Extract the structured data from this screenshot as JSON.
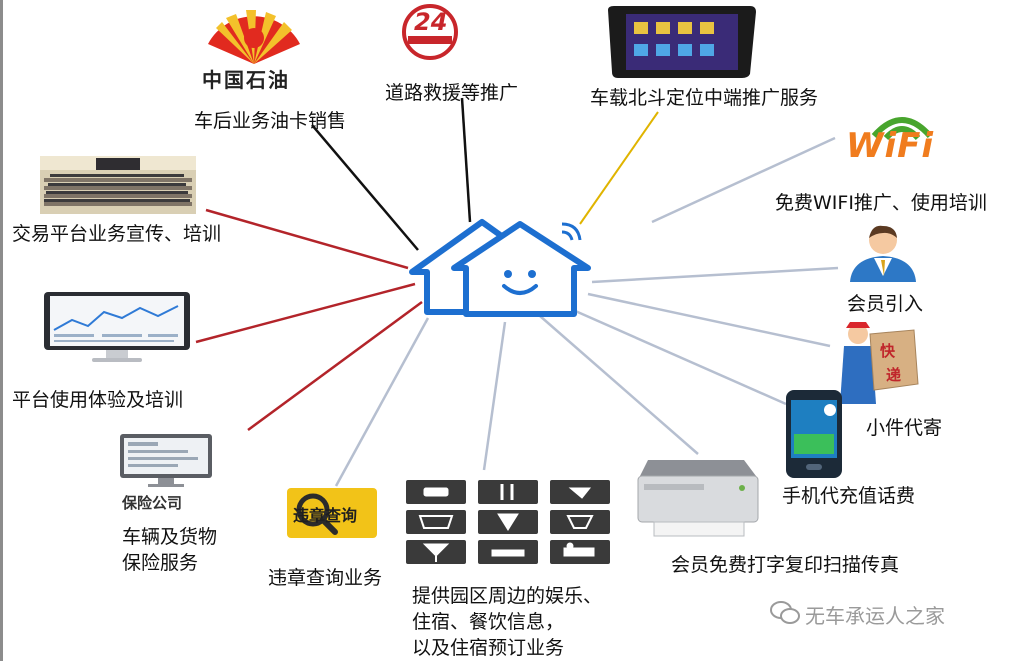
{
  "labels": {
    "fuel_card": "车后业务油卡销售",
    "road_rescue": "道路救援等推广",
    "beidou": "车载北斗定位中端推广服务",
    "wifi": "免费WIFI推广、使用培训",
    "members": "会员引入",
    "parcel": "小件代寄",
    "phone": "手机代充值话费",
    "print": "会员免费打字复印扫描传真",
    "services": [
      "提供园区周边的娱乐、",
      "住宿、餐饮信息，",
      "以及住宿预订业务"
    ],
    "violation": "违章查询业务",
    "insurance": [
      "车辆及货物",
      "保险服务"
    ],
    "platform_exp": "平台使用体验及培训",
    "trading": "交易平台业务宣传、培训"
  },
  "icon_text": {
    "petrochina": "中国石油",
    "h24": "24",
    "wifi_logo": "WiFi",
    "express": [
      "快",
      "递"
    ],
    "violation_btn": "违章查询",
    "insurance_caption": "保险公司"
  },
  "watermark": "无车承运人之家",
  "colors": {
    "hub_blue": "#1d6fd0",
    "red_line": "#b3242a",
    "black_line": "#111111",
    "gold_line": "#e0b400",
    "gray_line": "#b6bfd0"
  }
}
